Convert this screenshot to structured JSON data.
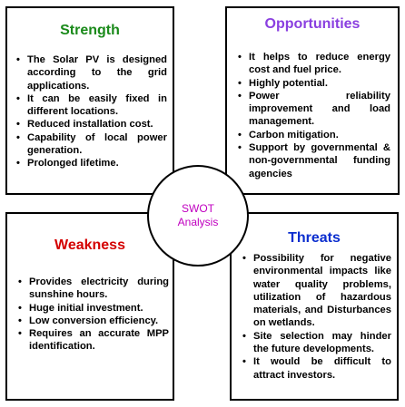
{
  "center": {
    "label": "SWOT\nAnalysis"
  },
  "strength": {
    "title": "Strength",
    "items": [
      "The Solar PV is designed according to the grid applications.",
      "It can be easily fixed in different locations.",
      "Reduced installation cost.",
      "Capability of local power generation.",
      "Prolonged lifetime."
    ]
  },
  "opportunities": {
    "title": "Opportunities",
    "items": [
      "It helps to reduce energy cost and fuel price.",
      "Highly potential.",
      "Power reliability improvement and load management.",
      "Carbon mitigation.",
      "Support by governmental & non-governmental funding agencies"
    ]
  },
  "weakness": {
    "title": "Weakness",
    "items": [
      "Provides electricity during sunshine hours.",
      "Huge initial investment.",
      "Low conversion efficiency.",
      "Requires an accurate MPP identification."
    ]
  },
  "threats": {
    "title": "Threats",
    "items": [
      "Possibility for negative environmental impacts like water quality problems, utilization of hazardous materials, and Disturbances on wetlands.",
      "Site selection may hinder the future developments.",
      "It would be difficult to attract investors."
    ]
  }
}
